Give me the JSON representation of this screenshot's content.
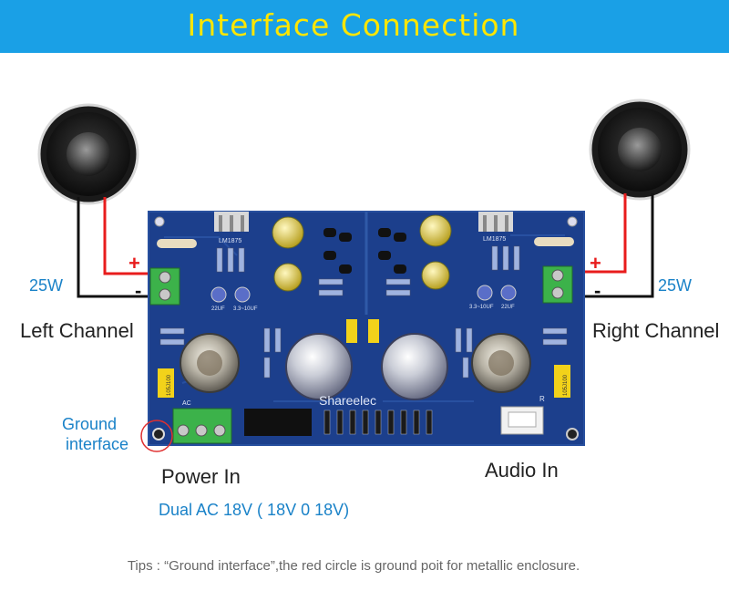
{
  "header": {
    "title": "Interface  Connection"
  },
  "left": {
    "power": "25W",
    "channel": "Left Channel",
    "plus": "+",
    "minus": "-"
  },
  "right": {
    "power": "25W",
    "channel": "Right Channel",
    "plus": "+",
    "minus": "-"
  },
  "labels": {
    "ground_line1": "Ground",
    "ground_line2": "interface",
    "power_in": "Power In",
    "power_spec": "Dual AC 18V ( 18V  0  18V)",
    "audio_in": "Audio In"
  },
  "board": {
    "brand": "Shareelec",
    "ic_left": "LM1875",
    "ic_right": "LM1875",
    "cap_small": "3.3~10UF",
    "cap_22": "22UF",
    "film_cap": "105J100",
    "ac_label": "AC",
    "r_label": "R"
  },
  "tips": "Tips : “Ground interface”,the red circle is ground poit for metallic enclosure.",
  "colors": {
    "banner": "#1aa0e6",
    "title": "#ffe600",
    "pcb": "#1c3f8c",
    "wire_red": "#e81c1c",
    "terminal": "#3cb24a",
    "ground_circle": "#e03030"
  }
}
